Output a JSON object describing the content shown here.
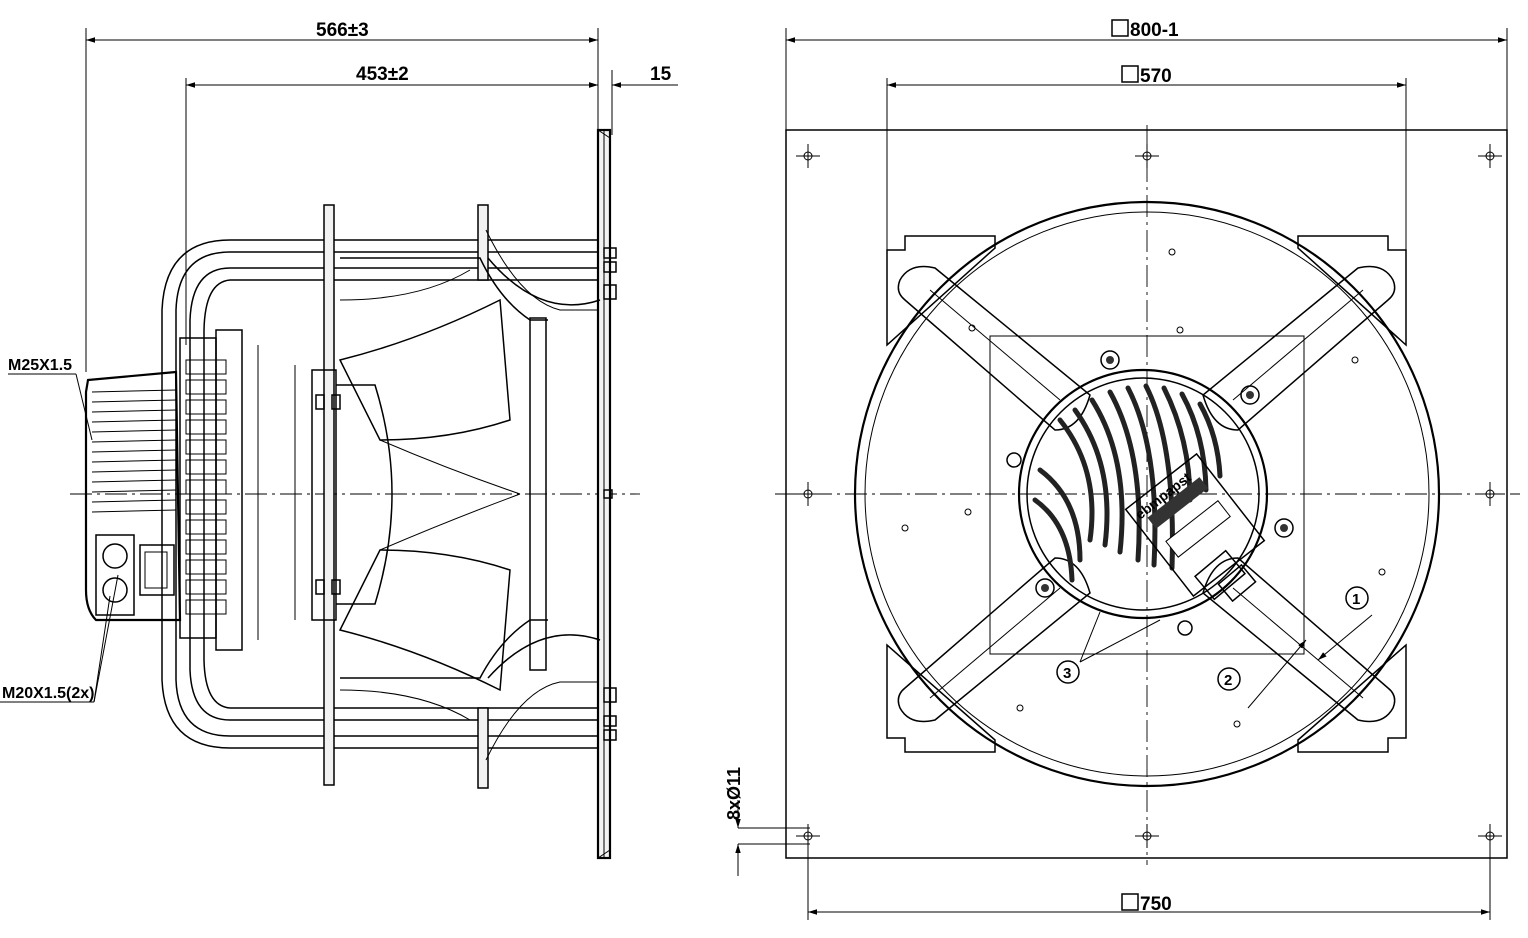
{
  "side_view": {
    "dim_overall": "566±3",
    "dim_depth": "453±2",
    "dim_flange": "15",
    "label_m25": "M25X1.5",
    "label_m20": "M20X1.5(2x)"
  },
  "front_view": {
    "dim_plate": "800-1",
    "dim_mount": "570",
    "dim_holes": "750",
    "dim_holes_dia": "8xØ11",
    "callout_1": "1",
    "callout_2": "2",
    "callout_3": "3",
    "brand_text": "ebmpapst"
  }
}
